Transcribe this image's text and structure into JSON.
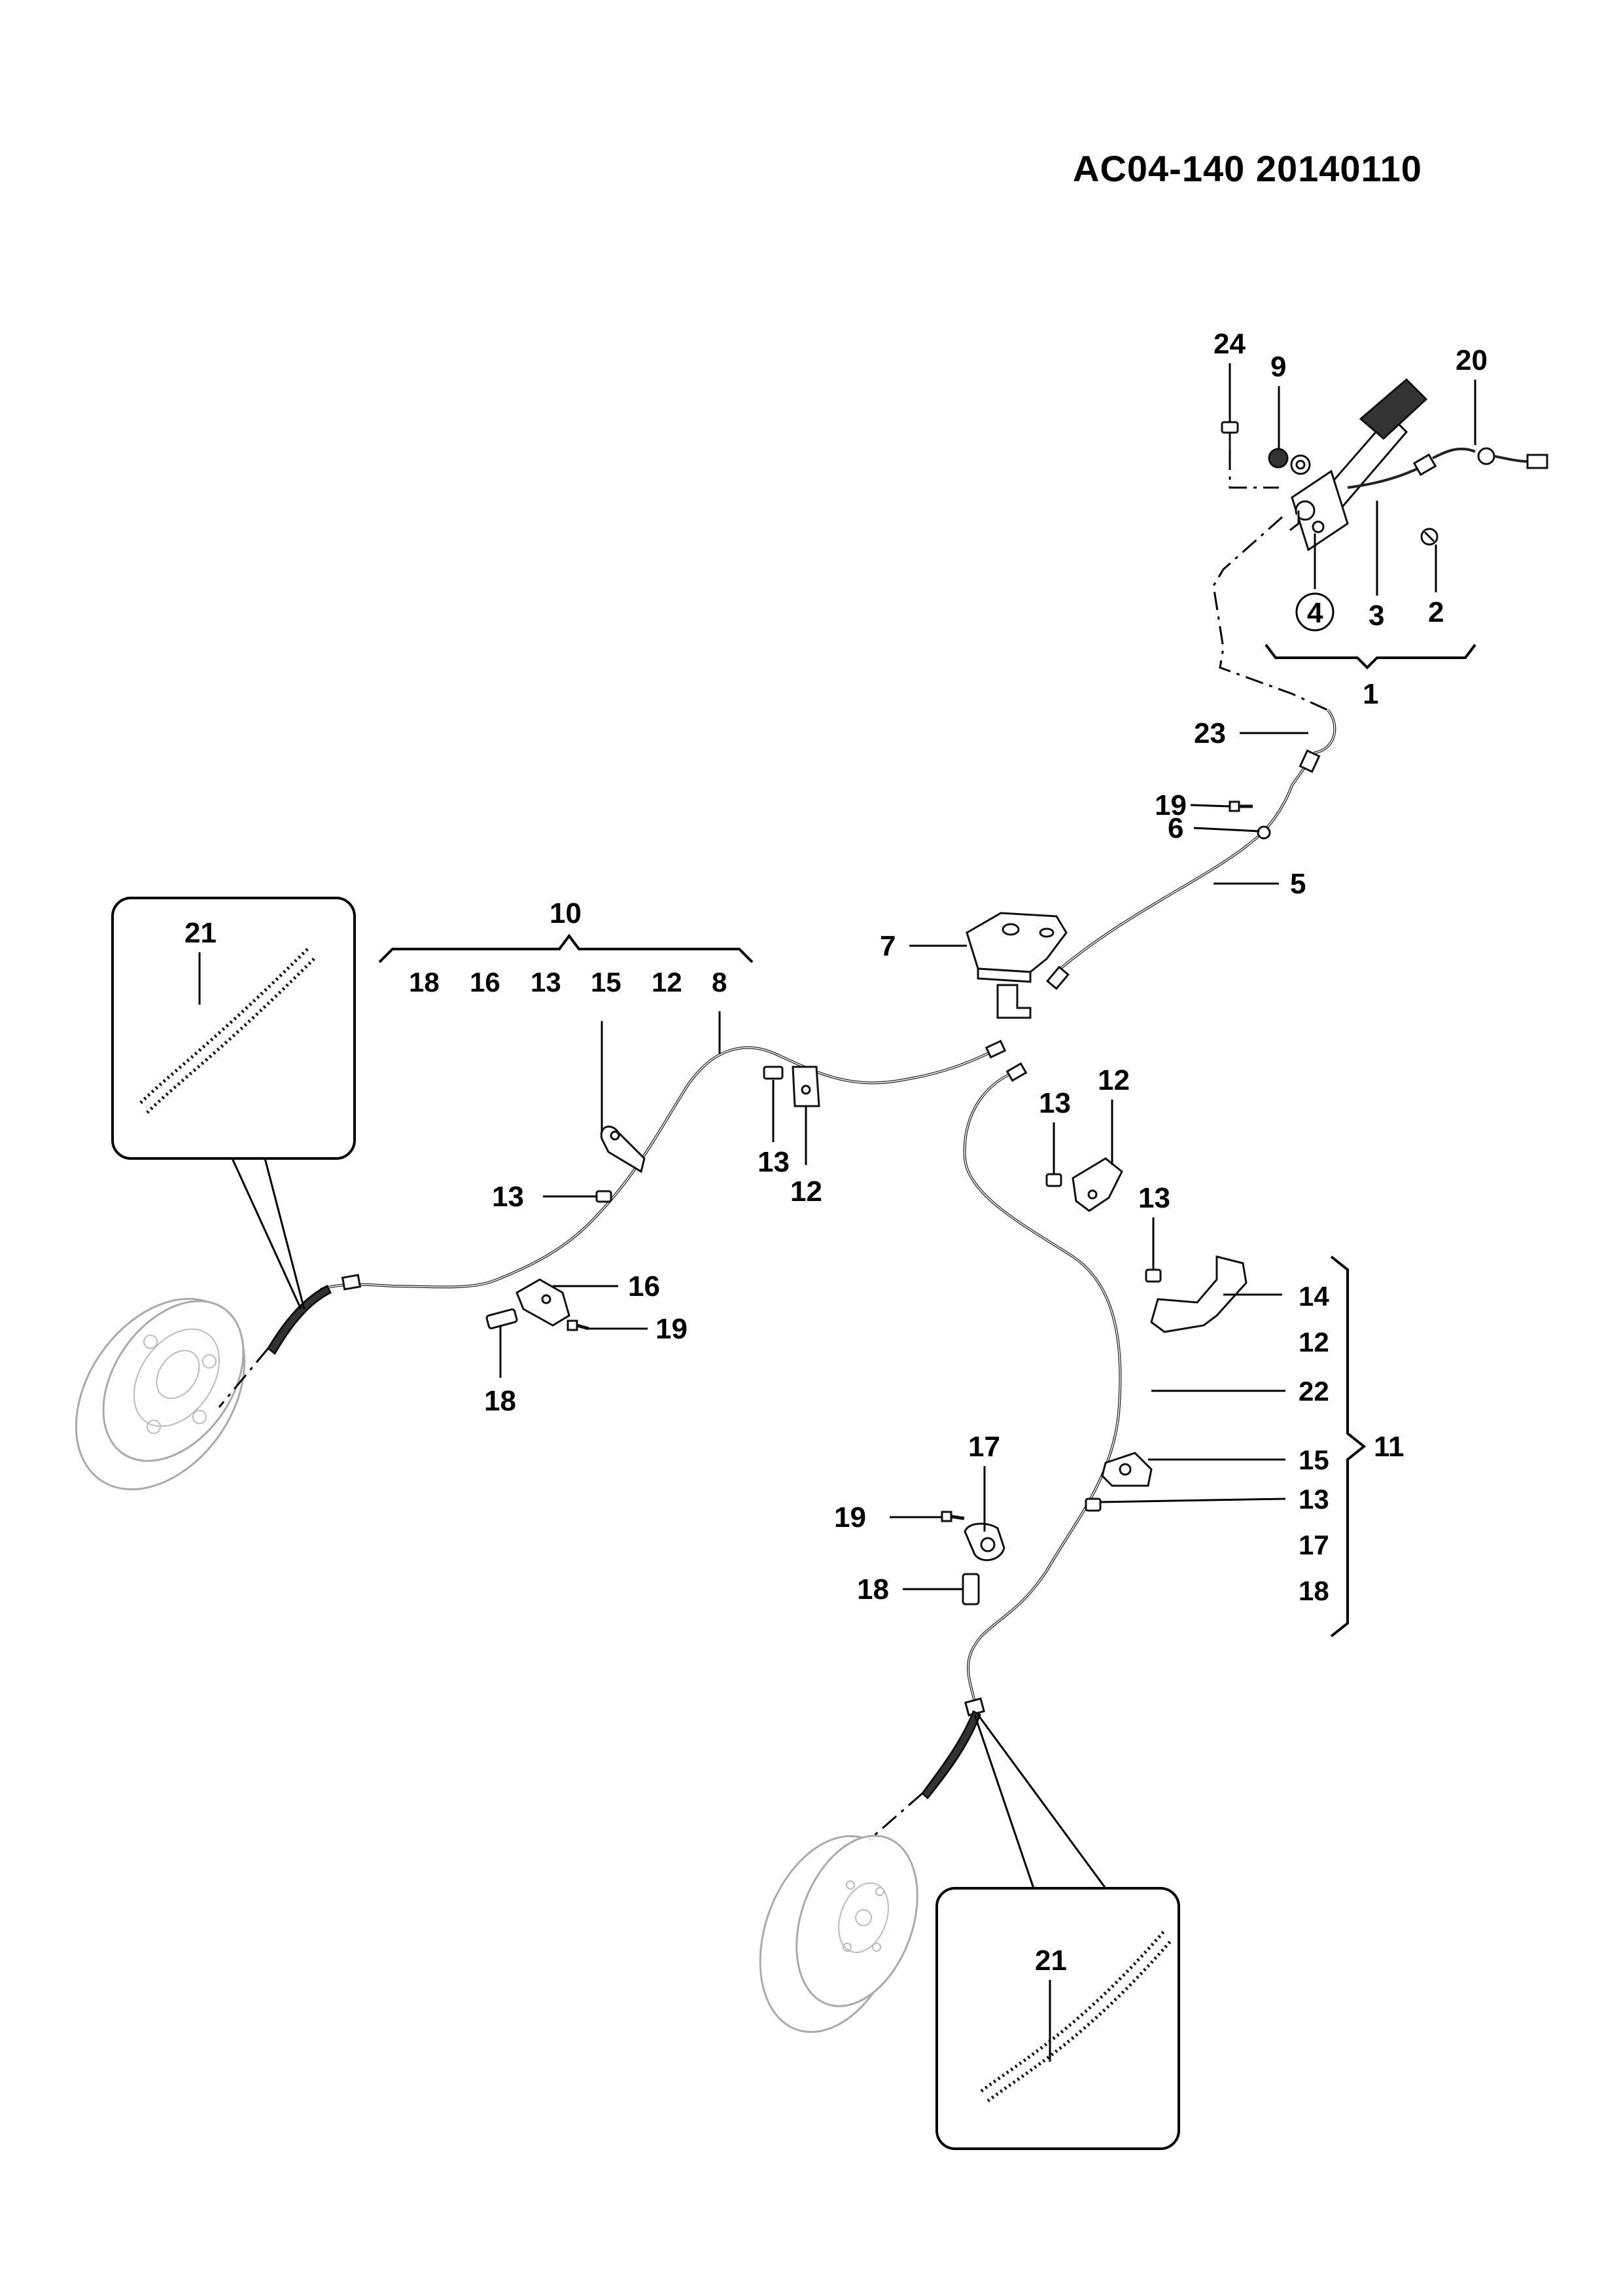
{
  "header": {
    "document_id": "AC04-140  20140110"
  },
  "callouts": {
    "c24": "24",
    "c9": "9",
    "c20": "20",
    "c4": "4",
    "c3": "3",
    "c2": "2",
    "c1": "1",
    "c23": "23",
    "c19a": "19",
    "c6": "6",
    "c5": "5",
    "c7": "7",
    "c10": "10",
    "c10_list": [
      "18",
      "16",
      "13",
      "15",
      "12",
      "8"
    ],
    "c21a": "21",
    "c15a": "15",
    "c13a": "13",
    "c13b": "13",
    "c12a": "12",
    "c13c": "13",
    "c12b": "12",
    "c13d": "13",
    "c16": "16",
    "c19b": "19",
    "c18a": "18",
    "c11": "11",
    "c11_list": [
      "14",
      "12",
      "22",
      "15",
      "13",
      "17",
      "18"
    ],
    "c17": "17",
    "c19c": "19",
    "c18b": "18",
    "c21b": "21"
  }
}
